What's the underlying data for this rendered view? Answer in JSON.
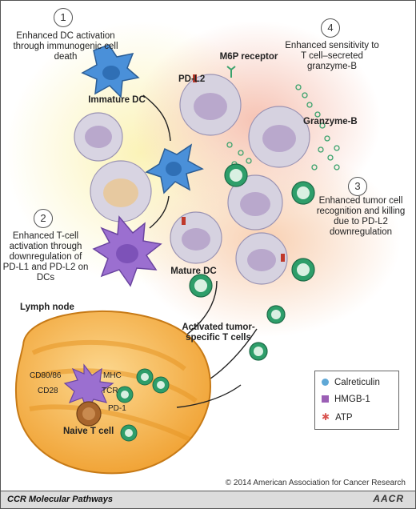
{
  "steps": [
    {
      "number": "1",
      "text": "Enhanced DC activation through immunogenic cell death"
    },
    {
      "number": "2",
      "text": "Enhanced T-cell activation through downregulation of PD-L1 and PD-L2 on DCs"
    },
    {
      "number": "3",
      "text": "Enhanced tumor cell recognition and killing due to PD-L2 downregulation"
    },
    {
      "number": "4",
      "text": "Enhanced sensitivity to T cell–secreted granzyme-B"
    }
  ],
  "labels": {
    "immature_dc": "Immature DC",
    "mature_dc": "Mature DC",
    "lymph_node": "Lymph node",
    "m6p_receptor": "M6P receptor",
    "pd_l2": "PD-L2",
    "granzyme_b": "Granzyme-B",
    "activated_t_cells": "Activated tumor-specific T cells",
    "cd80_86": "CD80/86",
    "mhc": "MHC",
    "cd28": "CD28",
    "tcr": "TCR",
    "pd_1": "PD-1",
    "naive_t_cell": "Naive T cell"
  },
  "legend": [
    {
      "label": "Calreticulin",
      "color": "#5fa8d6",
      "icon": "circle-icon"
    },
    {
      "label": "HMGB-1",
      "color": "#9b5fb5",
      "icon": "square-icon"
    },
    {
      "label": "ATP",
      "color": "#d9534f",
      "icon": "star-icon"
    }
  ],
  "footer": {
    "copyright": "© 2014 American Association for Cancer Research",
    "brand": "CCR Molecular Pathways",
    "logo": "AACR"
  },
  "colors": {
    "dc_blue": "#4a90d9",
    "dc_purple": "#9b6fd0",
    "t_cell_green": "#2e9e6a",
    "lymph_orange": "#f0a030",
    "tumor_grey": "#c9c6d6"
  }
}
